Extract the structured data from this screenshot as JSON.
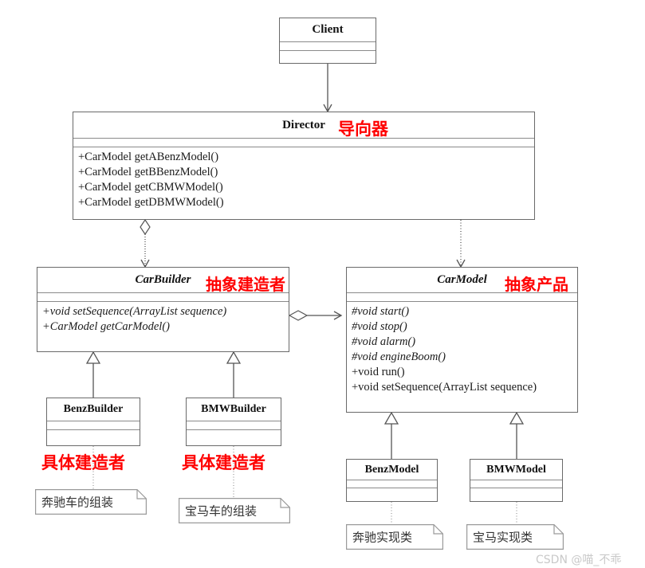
{
  "diagram": {
    "title": "Builder Pattern UML Class Diagram",
    "accent_color": "#ff0000",
    "line_color": "#6a6a6a"
  },
  "classes": {
    "client": {
      "name": "Client",
      "stereotype": "concrete",
      "operations": []
    },
    "director": {
      "name": "Director",
      "stereotype": "concrete",
      "operations": [
        "+CarModel getABenzModel()",
        "+CarModel getBBenzModel()",
        "+CarModel getCBMWModel()",
        "+CarModel getDBMWModel()"
      ]
    },
    "car_builder": {
      "name": "CarBuilder",
      "stereotype": "abstract",
      "operations": [
        "+void setSequence(ArrayList sequence)",
        "+CarModel getCarModel()"
      ]
    },
    "car_model": {
      "name": "CarModel",
      "stereotype": "abstract",
      "operations": [
        "#void start()",
        "#void stop()",
        "#void alarm()",
        "#void engineBoom()",
        "+void run()",
        "+void setSequence(ArrayList sequence)"
      ],
      "operation_styles": [
        "abstract",
        "abstract",
        "abstract",
        "abstract",
        "concrete",
        "concrete"
      ]
    },
    "benz_builder": {
      "name": "BenzBuilder",
      "stereotype": "concrete",
      "operations": []
    },
    "bmw_builder": {
      "name": "BMWBuilder",
      "stereotype": "concrete",
      "operations": []
    },
    "benz_model": {
      "name": "BenzModel",
      "stereotype": "concrete",
      "operations": []
    },
    "bmw_model": {
      "name": "BMWModel",
      "stereotype": "concrete",
      "operations": []
    }
  },
  "annotations": {
    "director": "导向器",
    "car_builder": "抽象建造者",
    "car_model": "抽象产品",
    "benz_builder": "具体建造者",
    "bmw_builder": "具体建造者"
  },
  "notes": {
    "benz_builder_note": "奔驰车的组装",
    "bmw_builder_note": "宝马车的组装",
    "benz_model_note": "奔驰实现类",
    "bmw_model_note": "宝马实现类"
  },
  "watermark": {
    "text": "CSDN @喵_不乖"
  }
}
